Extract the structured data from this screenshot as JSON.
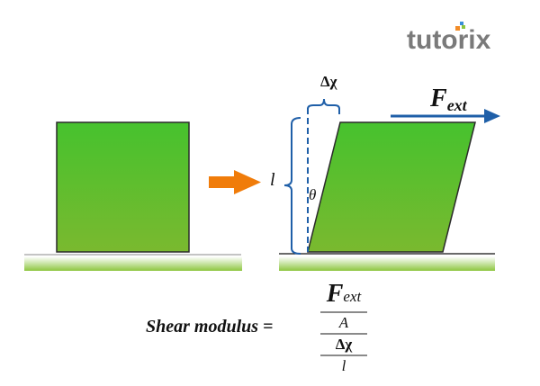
{
  "logo": {
    "text": "tutorix",
    "dot_colors": [
      "#3a8fd8",
      "#f28c28",
      "#8cc63f"
    ]
  },
  "diagram": {
    "labels": {
      "delta_x": "Δχ",
      "force_main": "F",
      "force_sub": "ext",
      "length": "l",
      "angle": "θ"
    },
    "colors": {
      "block_top": "#46c22e",
      "block_bottom": "#7ab92f",
      "ground": "#8dc63f",
      "arrow_orange": "#f07c0a",
      "blue": "#1f5fa8",
      "outline": "#2a2a2a"
    }
  },
  "formula": {
    "lhs": "Shear modulus =",
    "numerator_main": "F",
    "numerator_sub": "ext",
    "numerator_den": "A",
    "denominator_num": "Δχ",
    "denominator_den": "l"
  }
}
